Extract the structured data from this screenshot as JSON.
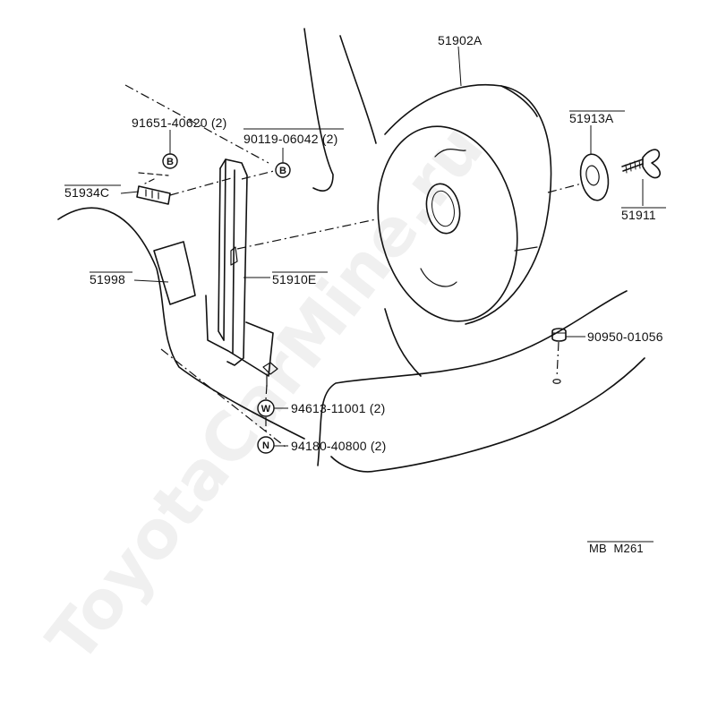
{
  "parts": {
    "tire": "51902A",
    "hub_cap": "51913A",
    "bolt": "51911",
    "bracket": "51910E",
    "pad": "51998",
    "clip": "51934C",
    "plug": "90950-01056",
    "bolt_b_upper": "91651-40620 (2)",
    "bolt_b_lower": "90119-06042 (2)",
    "washer": "94613-11001 (2)",
    "nut": "94180-40800 (2)"
  },
  "markers": {
    "b": "B",
    "w": "W",
    "n": "N"
  },
  "ref_code": "MB  M261",
  "watermark": "ToyotaCarMine.ru"
}
